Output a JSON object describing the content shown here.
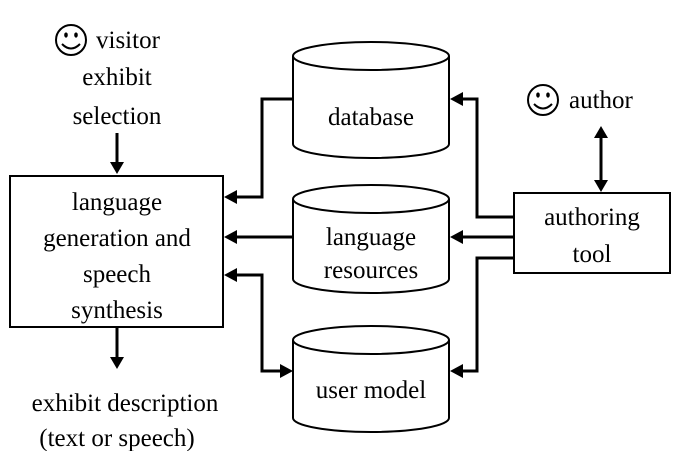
{
  "visitor_label": "visitor",
  "author_label": "author",
  "input_label": [
    "exhibit",
    "selection"
  ],
  "output_label": [
    "exhibit description",
    "(text or speech)"
  ],
  "main_box": [
    "language",
    "generation and",
    "speech",
    "synthesis"
  ],
  "database_label": "database",
  "resources_label": [
    "language",
    "resources"
  ],
  "user_model_label": "user model",
  "authoring_tool_label": [
    "authoring",
    "tool"
  ],
  "icons": [
    "smiley-face-icon",
    "smiley-face-icon"
  ]
}
